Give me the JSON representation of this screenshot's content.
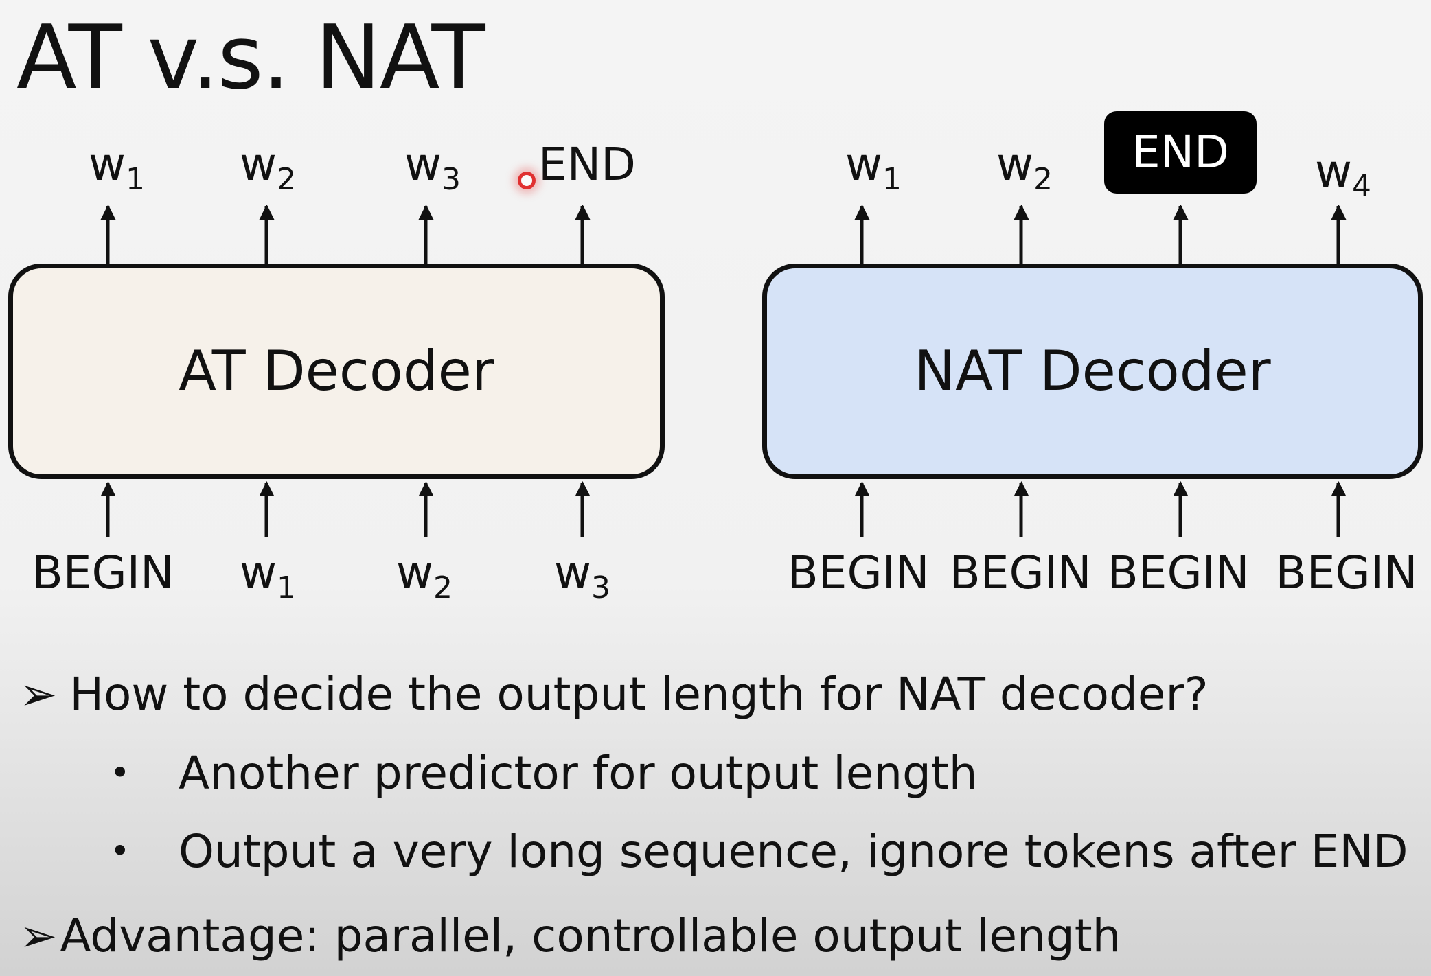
{
  "title": "AT v.s. NAT",
  "at": {
    "decoder_label": "AT Decoder",
    "outputs": [
      {
        "base": "w",
        "sub": "1"
      },
      {
        "base": "w",
        "sub": "2"
      },
      {
        "base": "w",
        "sub": "3"
      },
      {
        "base": "END",
        "sub": ""
      }
    ],
    "inputs": [
      {
        "base": "BEGIN",
        "sub": ""
      },
      {
        "base": "w",
        "sub": "1"
      },
      {
        "base": "w",
        "sub": "2"
      },
      {
        "base": "w",
        "sub": "3"
      }
    ]
  },
  "nat": {
    "decoder_label": "NAT Decoder",
    "outputs": [
      {
        "base": "w",
        "sub": "1"
      },
      {
        "base": "w",
        "sub": "2"
      },
      {
        "base": "END",
        "sub": ""
      },
      {
        "base": "w",
        "sub": "4"
      }
    ],
    "inputs": [
      {
        "base": "BEGIN",
        "sub": ""
      },
      {
        "base": "BEGIN",
        "sub": ""
      },
      {
        "base": "BEGIN",
        "sub": ""
      },
      {
        "base": "BEGIN",
        "sub": ""
      }
    ]
  },
  "bullets": [
    {
      "marker": "➢",
      "text": "How to decide the output length for NAT decoder?"
    },
    {
      "marker": "•",
      "text": "Another predictor for output length"
    },
    {
      "marker": "•",
      "text": "Output a very long sequence, ignore tokens after END"
    },
    {
      "marker": "➢",
      "text": "Advantage: parallel, controllable output length"
    }
  ],
  "colors": {
    "at_decoder_fill": "#f6f1ea",
    "nat_decoder_fill": "#d6e3f7",
    "end_highlight": "#000000"
  }
}
